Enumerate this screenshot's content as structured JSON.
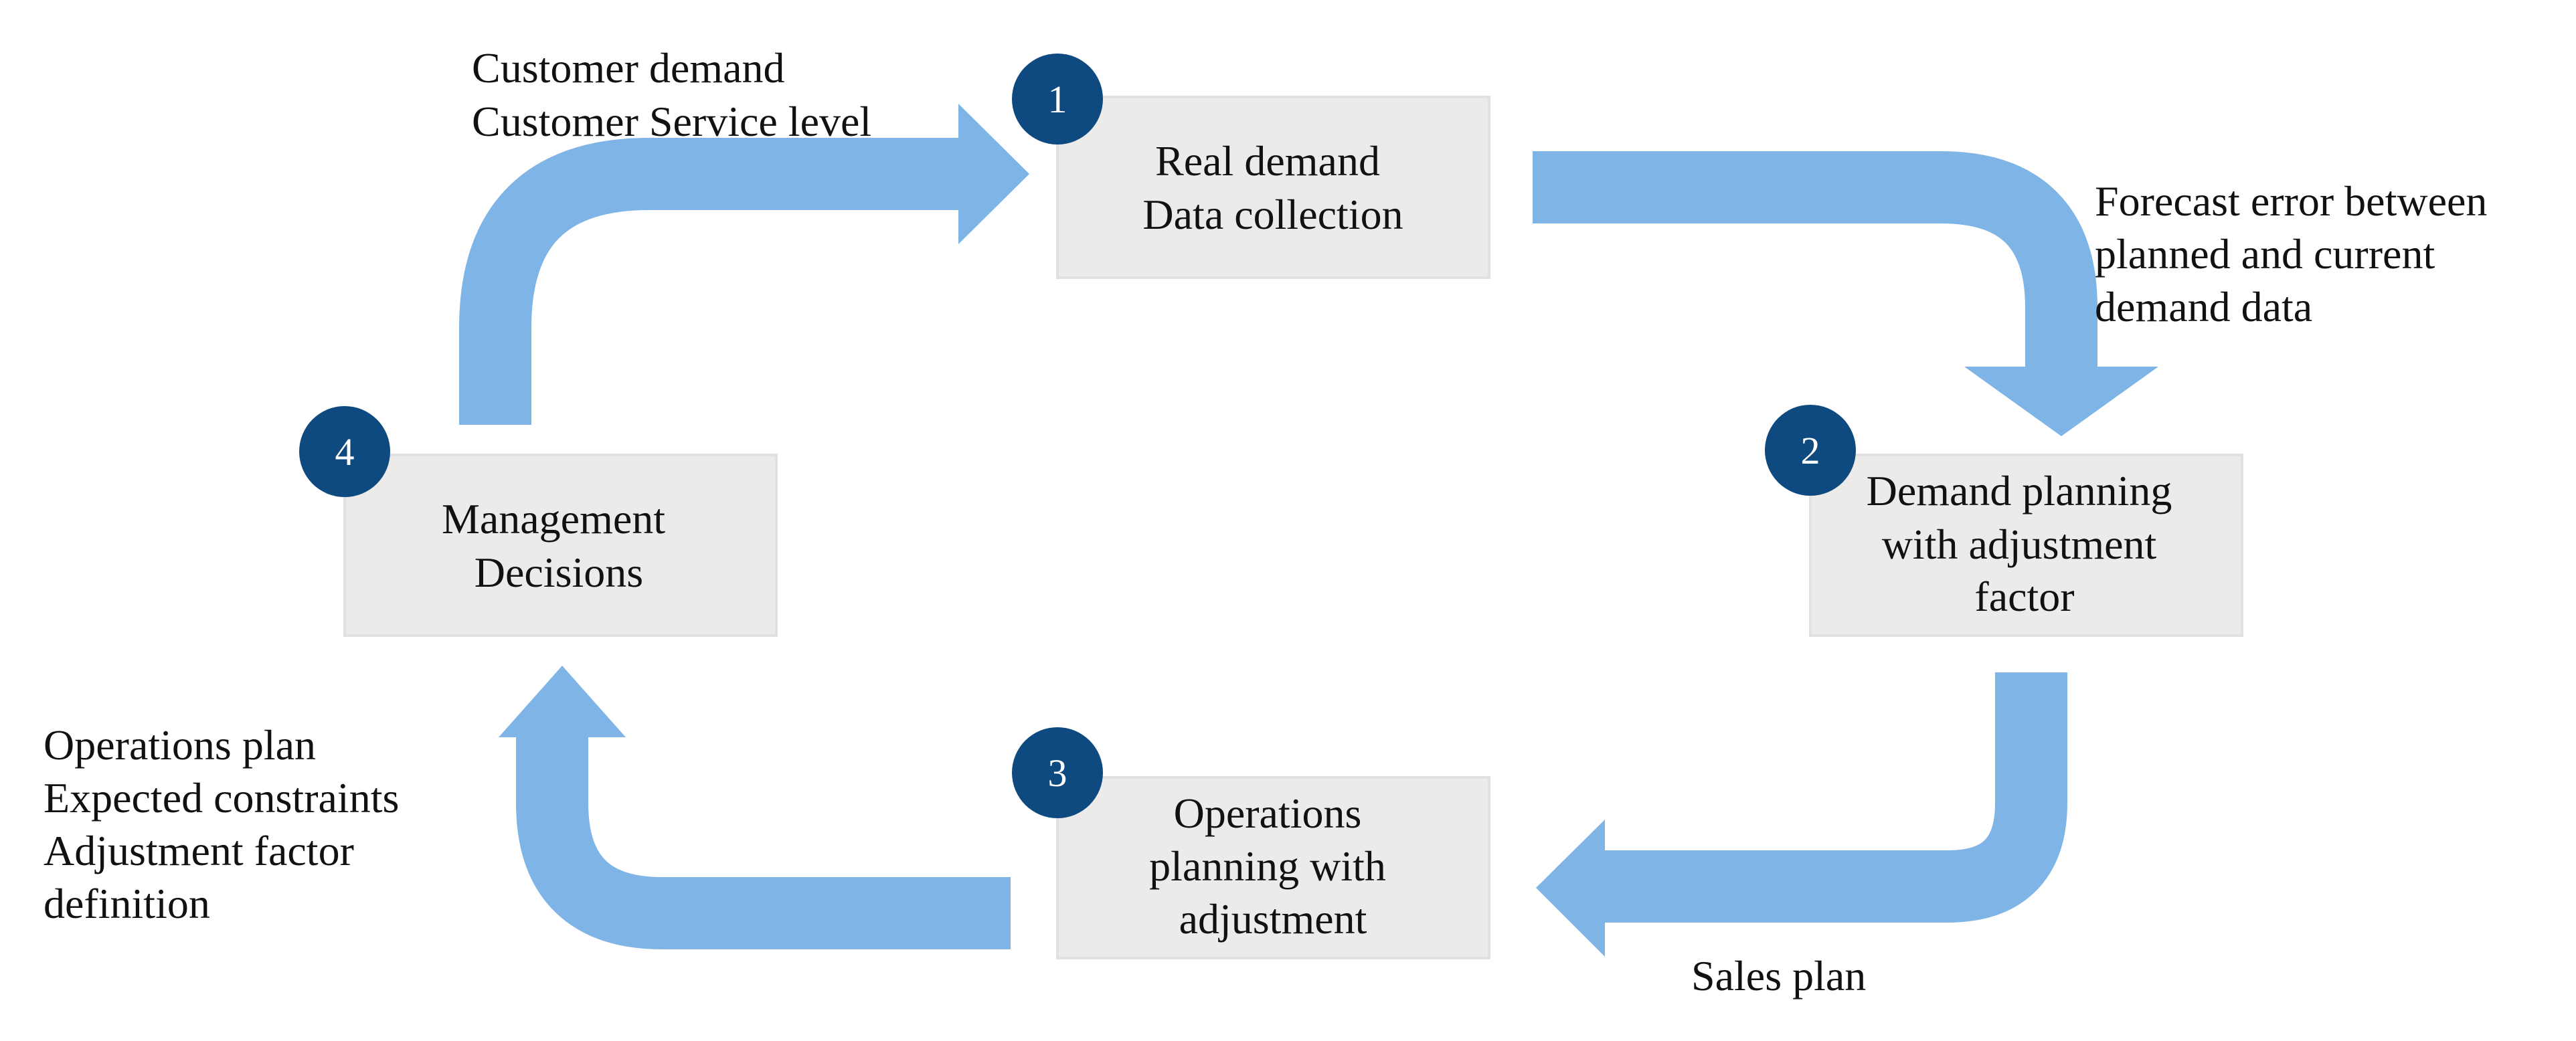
{
  "colors": {
    "arrow": "#7FB5E6",
    "box_fill": "#ECEBEA",
    "box_border": "#E2E1DF",
    "badge": "#0E4A80",
    "text": "#111111"
  },
  "steps": [
    {
      "number": "1",
      "lines": [
        "Real demand",
        "Data collection"
      ]
    },
    {
      "number": "2",
      "lines": [
        "Demand planning",
        "with adjustment",
        "factor"
      ]
    },
    {
      "number": "3",
      "lines": [
        "Operations",
        "planning with",
        "adjustment"
      ]
    },
    {
      "number": "4",
      "lines": [
        "Management",
        "Decisions"
      ]
    }
  ],
  "annotations": {
    "top_left": [
      "Customer demand",
      "Customer Service level"
    ],
    "right": [
      "Forecast error between",
      "planned and current",
      "demand data"
    ],
    "bottom_right": [
      "Sales plan"
    ],
    "left": [
      "Operations plan",
      "Expected constraints",
      "Adjustment factor",
      "definition"
    ]
  }
}
